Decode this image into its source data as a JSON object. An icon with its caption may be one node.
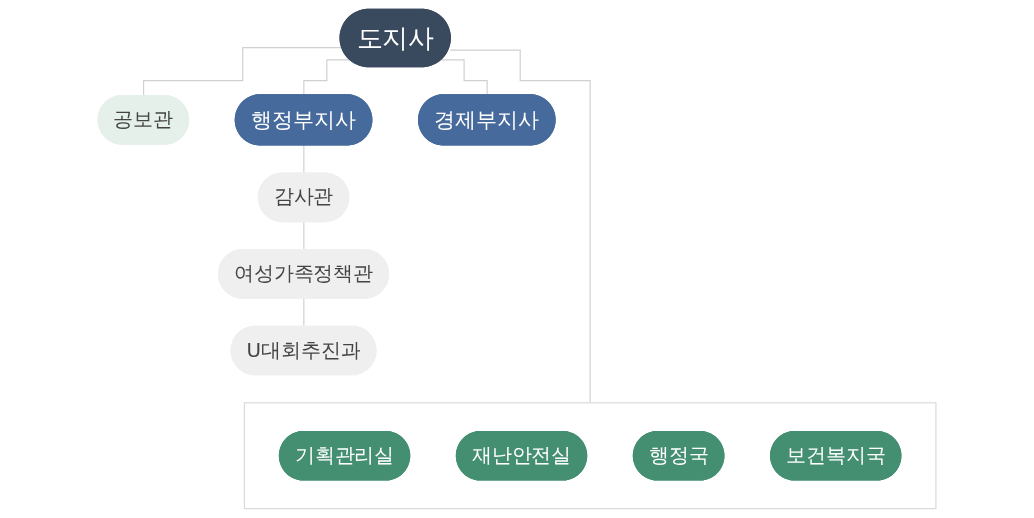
{
  "diagram": {
    "nodes": [
      {
        "text": [
          "도지사"
        ]
      },
      {
        "text": [
          "행정부지사"
        ]
      },
      {
        "text": [
          "경제부지사"
        ]
      },
      {
        "text": [
          "공보관"
        ]
      },
      {
        "text": [
          "감사관"
        ]
      },
      {
        "text": [
          "여성가족정책관"
        ]
      },
      {
        "text": [
          "U대회추진과"
        ]
      },
      {
        "text": [],
        "shape": "box"
      },
      {
        "text": [
          "기획관리실"
        ],
        "in": 7
      },
      {
        "text": [
          "재난안전실"
        ],
        "in": 7
      },
      {
        "text": [
          "행정국"
        ],
        "in": 7
      },
      {
        "text": [
          "보건복지국"
        ],
        "in": 7
      }
    ],
    "edges": [
      {
        "from": 0,
        "to": 3,
        "arrow": "none"
      },
      {
        "from": 0,
        "to": 1,
        "arrow": "none"
      },
      {
        "from": 0,
        "to": 2,
        "arrow": "none"
      },
      {
        "from": 1,
        "to": 4,
        "arrow": "none"
      },
      {
        "from": 4,
        "to": 5,
        "arrow": "none"
      },
      {
        "from": 5,
        "to": 6,
        "arrow": "none"
      },
      {
        "from": 0,
        "to": 7,
        "arrow": "none"
      }
    ]
  }
}
